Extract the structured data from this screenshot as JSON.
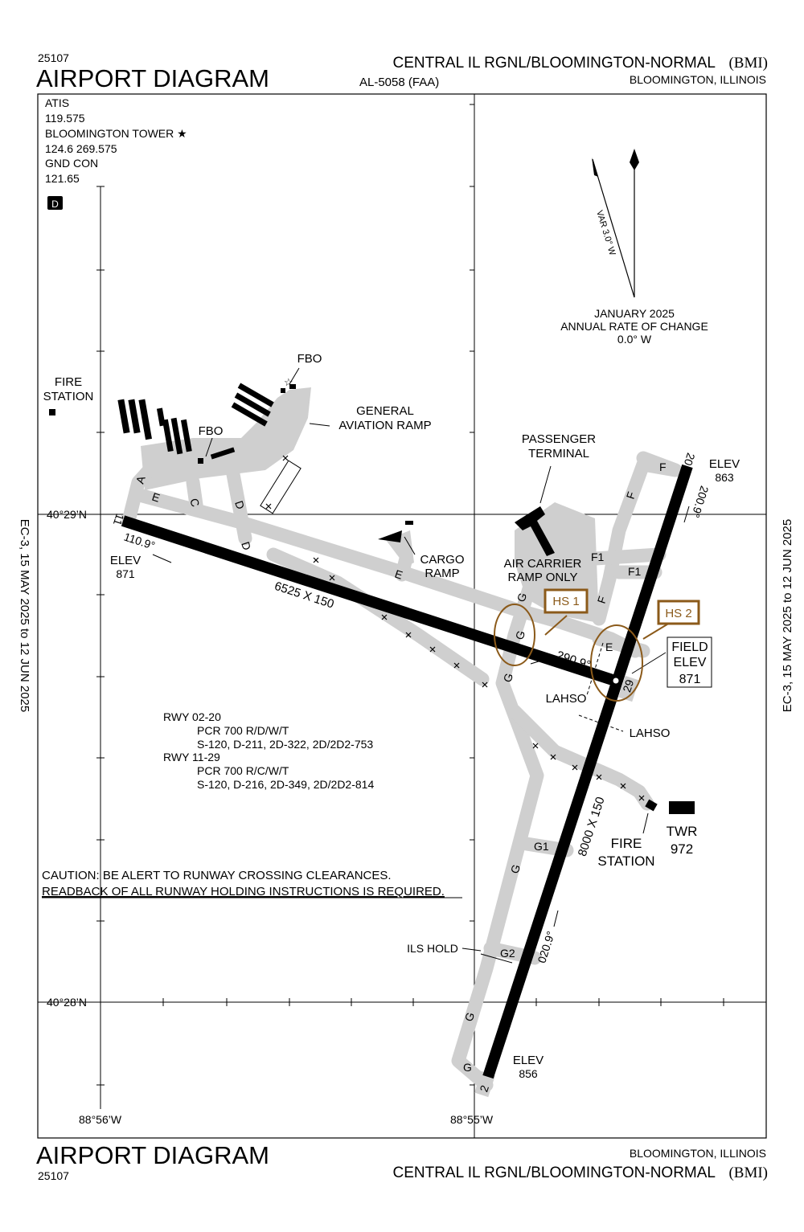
{
  "header": {
    "chart_number": "25107",
    "title": "AIRPORT DIAGRAM",
    "airport": "CENTRAL IL RGNL/BLOOMINGTON-NORMAL",
    "ident": "(BMI)",
    "chart_id": "AL-5058 (FAA)",
    "city": "BLOOMINGTON, ILLINOIS"
  },
  "footer": {
    "chart_number": "25107",
    "title": "AIRPORT DIAGRAM",
    "airport": "CENTRAL IL RGNL/BLOOMINGTON-NORMAL",
    "ident": "(BMI)",
    "city": "BLOOMINGTON, ILLINOIS"
  },
  "effective": {
    "left": "EC-3,  15 MAY 2025  to  12 JUN 2025",
    "right": "EC-3,  15 MAY 2025  to  12 JUN 2025"
  },
  "frequencies": [
    "ATIS",
    "119.575",
    "BLOOMINGTON TOWER ★",
    "124.6 269.575",
    "GND CON",
    "121.65"
  ],
  "deice_badge": "D",
  "variation": {
    "var_label": "VAR 3.0° W",
    "date": "JANUARY 2025",
    "rate_label": "ANNUAL RATE OF CHANGE",
    "rate": "0.0° W"
  },
  "coordinates": {
    "lat_top": "40°29’N",
    "lat_bottom": "40°28’N",
    "lon_left": "88°56’W",
    "lon_right": "88°55’W"
  },
  "facilities": {
    "fbo_1": "FBO",
    "fbo_2": "FBO",
    "ga_ramp": [
      "GENERAL",
      "AVIATION RAMP"
    ],
    "fire_station_west": [
      "FIRE",
      "STATION"
    ],
    "fire_station_east": [
      "FIRE",
      "STATION"
    ],
    "passenger_terminal": [
      "PASSENGER",
      "TERMINAL"
    ],
    "cargo_ramp": [
      "CARGO",
      "RAMP"
    ],
    "air_carrier_ramp": [
      "AIR CARRIER",
      "RAMP ONLY"
    ],
    "tower": [
      "TWR",
      "972"
    ],
    "ils_hold": "ILS HOLD",
    "lahso_1": "LAHSO",
    "lahso_2": "LAHSO"
  },
  "hot_spots": [
    "HS 1",
    "HS 2"
  ],
  "field_elev": [
    "FIELD",
    "ELEV",
    "871"
  ],
  "runways": {
    "rwy_11_29": {
      "end_a": "11",
      "end_b": "29",
      "dims": "6525 X 150",
      "hdg_a": "110.9°",
      "hdg_b": "290.9°",
      "elev_label": "ELEV",
      "elev_a": "871"
    },
    "rwy_02_20": {
      "end_a": "2",
      "end_b": "20",
      "dims": "8000 X 150",
      "hdg_a": "020.9°",
      "hdg_b": "200.9°",
      "elev_label": "ELEV",
      "elev_a": "856",
      "elev_b": "863"
    }
  },
  "taxiways": [
    "A",
    "E",
    "C",
    "D",
    "D",
    "E",
    "G",
    "G",
    "G",
    "F",
    "F",
    "F1",
    "F1",
    "F",
    "E",
    "G1",
    "G",
    "G2",
    "G",
    "G"
  ],
  "runway_info": [
    "RWY 02-20",
    "PCR 700 R/D/W/T",
    "S-120, D-211, 2D-322, 2D/2D2-753",
    "RWY 11-29",
    "PCR 700 R/C/W/T",
    "S-120, D-216, 2D-349, 2D/2D2-814"
  ],
  "caution": [
    "CAUTION: BE ALERT TO RUNWAY CROSSING CLEARANCES.",
    "READBACK OF ALL RUNWAY HOLDING INSTRUCTIONS IS REQUIRED."
  ],
  "colors": {
    "hot_spot": "#8b5a1a",
    "taxiway": "#cfcfcf",
    "runway": "#000000"
  }
}
